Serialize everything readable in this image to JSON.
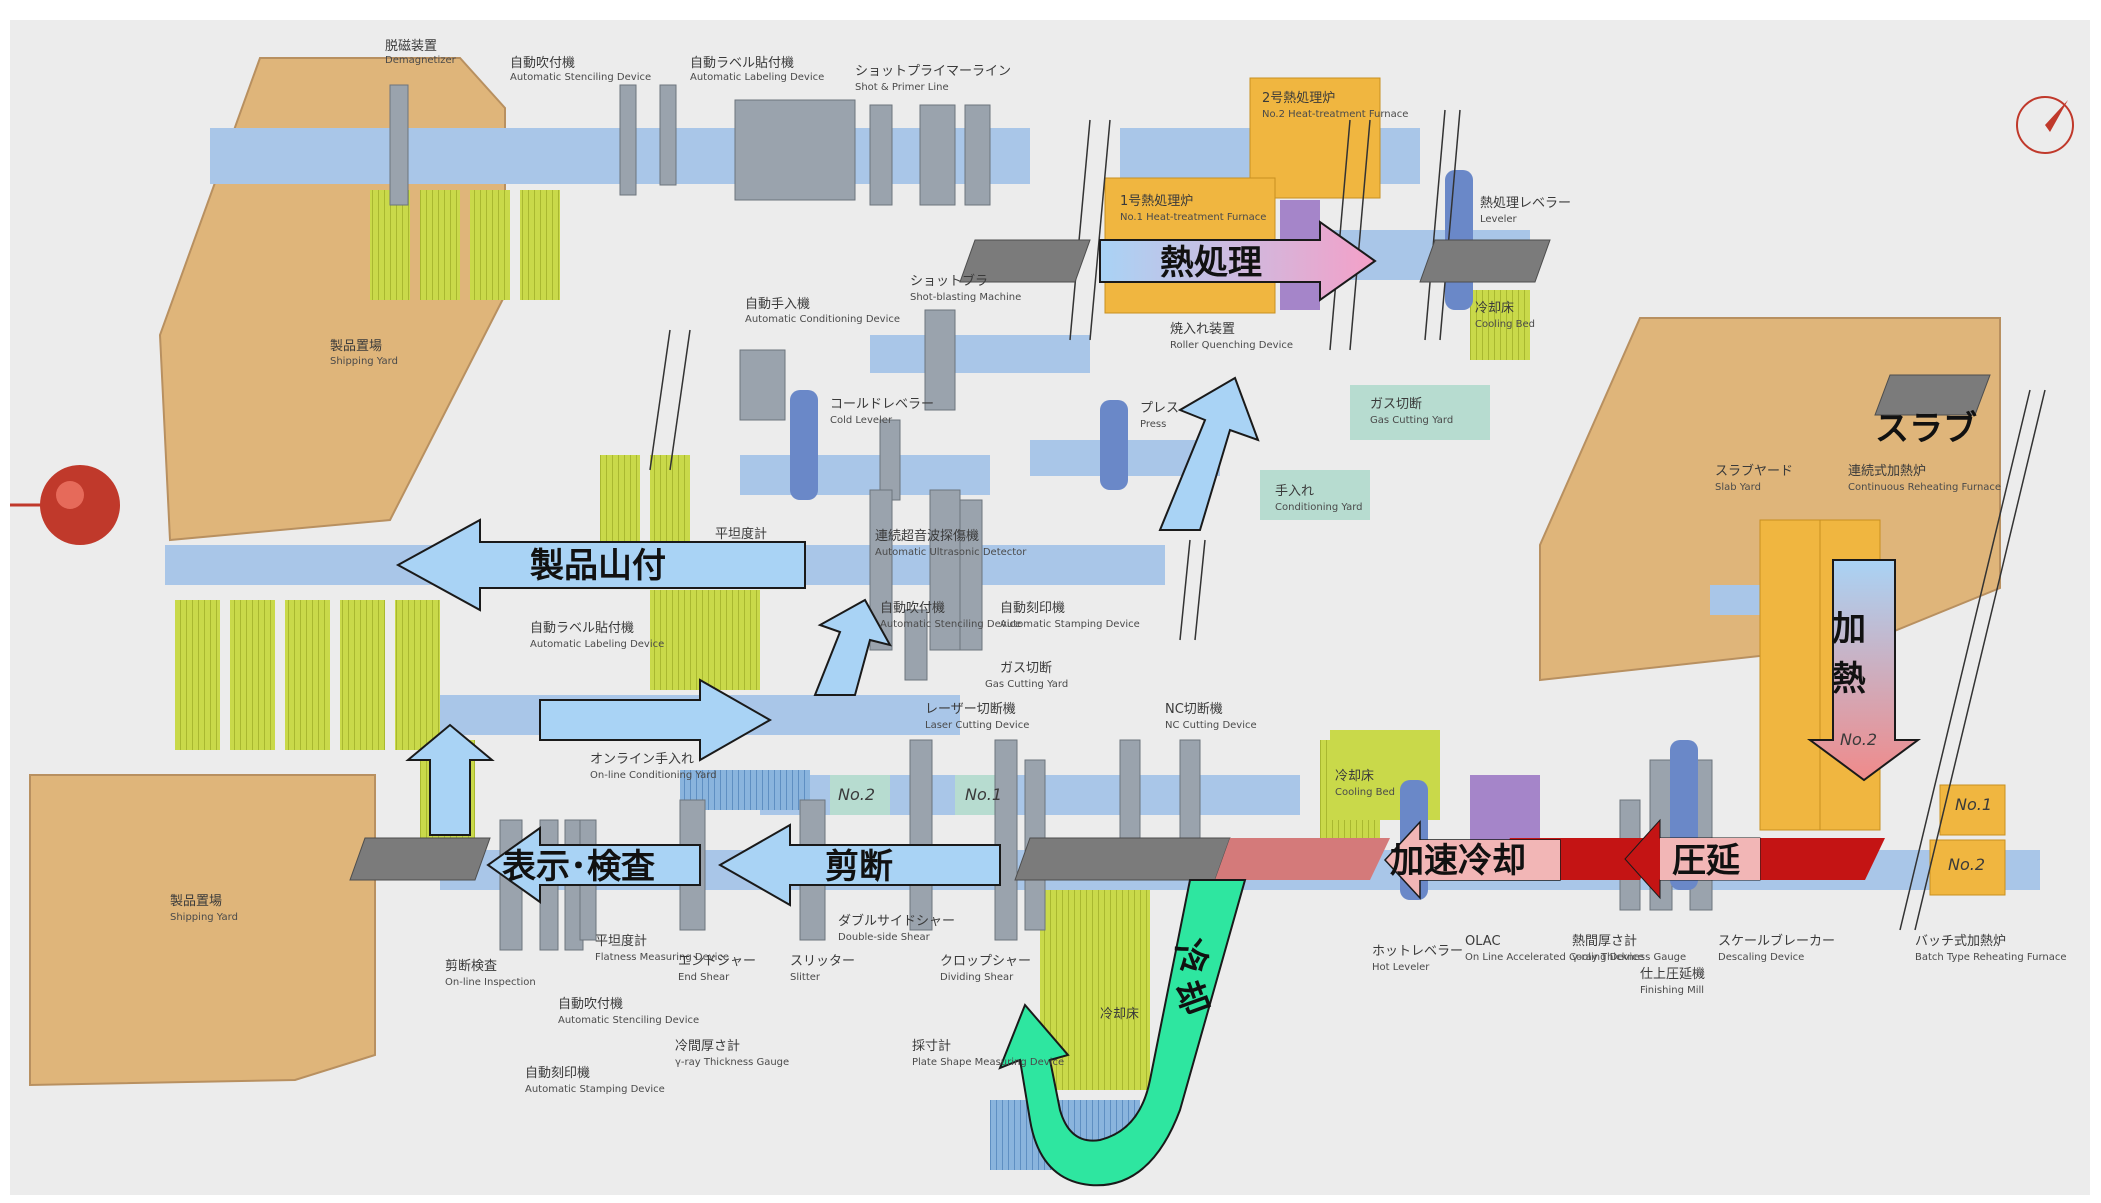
{
  "colors": {
    "paper": "#ececec",
    "yard": "#dfb57a",
    "yard_edge": "#b89060",
    "line_blue": "#a9c6e8",
    "machine_grey": "#9aa3ad",
    "green": "#c9d94a",
    "furnace": "#f0b640",
    "teal_yard": "#b7dcd0",
    "arrow_blue": "#a9d3f5",
    "arrow_edge": "#1a1a1a",
    "slab_grey": "#7b7b7b",
    "hot_red": "#c41414",
    "cool_pink": "#d47a7a",
    "cooling_green": "#2ee6a0",
    "olac_purple": "#a585c9",
    "compass_red": "#c0392b"
  },
  "flow_labels": {
    "slab": "スラブ",
    "heating": "加熱",
    "rolling": "圧延",
    "accel_cooling": "加速冷却",
    "cooling": "冷却",
    "shearing": "剪断",
    "marking_inspection": "表示･検査",
    "product_piling": "製品山付",
    "heat_treatment": "熱処理"
  },
  "equipment": {
    "demagnetizer": {
      "ja": "脱磁装置",
      "en": "Demagnetizer"
    },
    "auto_stencil_top": {
      "ja": "自動吹付機",
      "en": "Automatic Stenciling Device"
    },
    "auto_label_top": {
      "ja": "自動ラベル貼付機",
      "en": "Automatic Labeling Device"
    },
    "shot_primer": {
      "ja": "ショットプライマーライン",
      "en": "Shot & Primer Line"
    },
    "heat_furnace_2": {
      "ja": "2号熱処理炉",
      "en": "No.2 Heat-treatment Furnace"
    },
    "heat_furnace_1": {
      "ja": "1号熱処理炉",
      "en": "No.1 Heat-treatment Furnace"
    },
    "heat_leveler": {
      "ja": "熱処理レベラー",
      "en": "Leveler"
    },
    "cooling_bed_top": {
      "ja": "冷却床",
      "en": "Cooling Bed"
    },
    "shipping_yard_top": {
      "ja": "製品置場",
      "en": "Shipping Yard"
    },
    "auto_conditioning": {
      "ja": "自動手入機",
      "en": "Automatic Conditioning Device"
    },
    "shot_blasting": {
      "ja": "ショットブラ",
      "en": "Shot-blasting Machine"
    },
    "roller_quenching": {
      "ja": "焼入れ装置",
      "en": "Roller Quenching Device"
    },
    "cold_leveler": {
      "ja": "コールドレベラー",
      "en": "Cold Leveler"
    },
    "press": {
      "ja": "プレス",
      "en": "Press"
    },
    "gas_cutting_yard": {
      "ja": "ガス切断",
      "en": "Gas Cutting Yard"
    },
    "conditioning_yard": {
      "ja": "手入れ",
      "en": "Conditioning Yard"
    },
    "slab_yard": {
      "ja": "スラブヤード",
      "en": "Slab Yard"
    },
    "continuous_furnace": {
      "ja": "連続式加熱炉",
      "en": "Continuous Reheating Furnace"
    },
    "flatness_gauge_mid": {
      "ja": "平坦度計",
      "en": ""
    },
    "ultrasonic": {
      "ja": "連続超音波探傷機",
      "en": "Automatic Ultrasonic Detector"
    },
    "auto_stencil_mid": {
      "ja": "自動吹付機",
      "en": "Automatic Stenciling Device"
    },
    "auto_stamp_mid": {
      "ja": "自動刻印機",
      "en": "Automatic Stamping Device"
    },
    "gas_cutting_mid": {
      "ja": "ガス切断",
      "en": "Gas Cutting Yard"
    },
    "auto_label_mid": {
      "ja": "自動ラベル貼付機",
      "en": "Automatic Labeling Device"
    },
    "online_conditioning": {
      "ja": "オンライン手入れ",
      "en": "On-line Conditioning Yard"
    },
    "laser_cutting": {
      "ja": "レーザー切断機",
      "en": "Laser Cutting Device"
    },
    "nc_cutting": {
      "ja": "NC切断機",
      "en": "NC Cutting Device"
    },
    "cooling_bed_hot": {
      "ja": "冷却床",
      "en": "Cooling Bed"
    },
    "shipping_yard_bottom": {
      "ja": "製品置場",
      "en": "Shipping Yard"
    },
    "online_inspection": {
      "ja": "剪断検査",
      "en": "On-line Inspection"
    },
    "flatness_gauge": {
      "ja": "平坦度計",
      "en": "Flatness Measuring Device"
    },
    "end_shear": {
      "ja": "エンドシャー",
      "en": "End Shear"
    },
    "slitter": {
      "ja": "スリッター",
      "en": "Slitter"
    },
    "double_side_shear": {
      "ja": "ダブルサイドシャー",
      "en": "Double-side Shear"
    },
    "dividing_shear": {
      "ja": "クロップシャー",
      "en": "Dividing Shear"
    },
    "auto_stencil_bottom": {
      "ja": "自動吹付機",
      "en": "Automatic Stenciling Device"
    },
    "gamma_gauge_cold": {
      "ja": "冷間厚さ計",
      "en": "γ-ray Thickness Gauge"
    },
    "plate_shape": {
      "ja": "採寸計",
      "en": "Plate Shape Measuring Device"
    },
    "auto_stamp_bottom": {
      "ja": "自動刻印機",
      "en": "Automatic Stamping Device"
    },
    "hot_leveler": {
      "ja": "ホットレベラー",
      "en": "Hot Leveler"
    },
    "olac": {
      "ja": "OLAC",
      "en": "On Line Accelerated Cooling Device"
    },
    "gamma_gauge_hot": {
      "ja": "熱間厚さ計",
      "en": "γ-ray Thickness Gauge"
    },
    "finishing_mill": {
      "ja": "仕上圧延機",
      "en": "Finishing Mill"
    },
    "descaling": {
      "ja": "スケールブレーカー",
      "en": "Descaling Device"
    },
    "batch_furnace": {
      "ja": "バッチ式加熱炉",
      "en": "Batch Type Reheating Furnace"
    },
    "cooling_bed_bottom": {
      "ja": "冷却床",
      "en": "Cooling Bed"
    }
  },
  "markers": {
    "shear_no2": "No.2",
    "shear_no1": "No.1",
    "furnace_no1": "No.1",
    "furnace_no2": "No.2",
    "furnace_cont_no2": "No.2"
  }
}
